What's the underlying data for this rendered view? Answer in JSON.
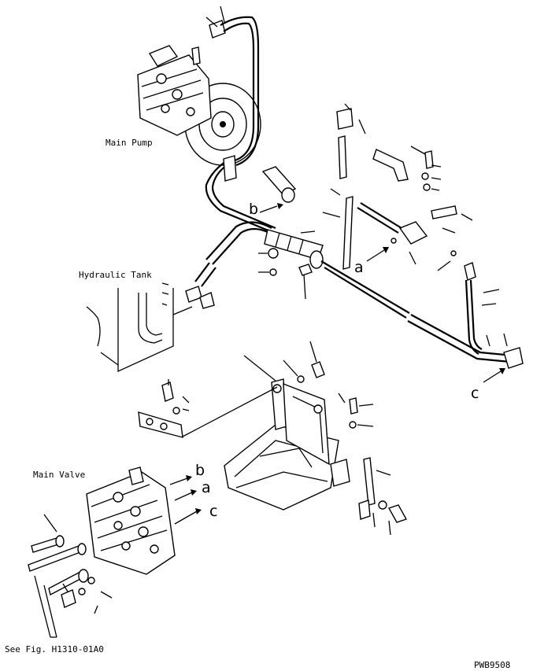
{
  "labels": {
    "main_pump": "Main Pump",
    "hydraulic_tank": "Hydraulic Tank",
    "main_valve": "Main Valve",
    "see_fig": "See Fig. H1310-01A0",
    "drawing_code": "PWB9508"
  },
  "connection_letters": {
    "b_upper": "b",
    "a_upper": "a",
    "c_right": "c",
    "b_lower": "b",
    "a_lower": "a",
    "c_lower": "c"
  }
}
